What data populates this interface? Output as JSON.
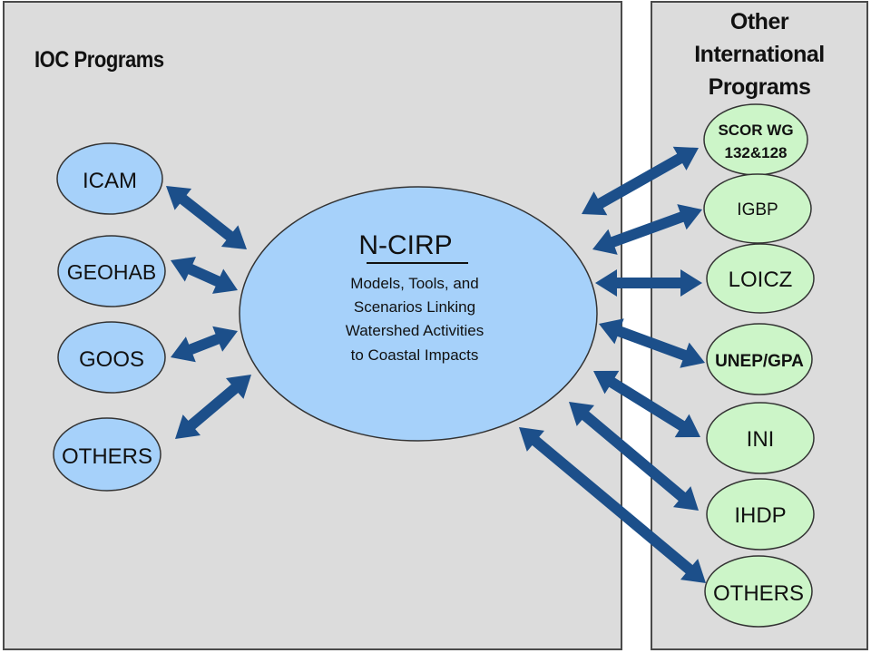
{
  "left_panel": {
    "title": "IOC Programs",
    "nodes": [
      {
        "label": "ICAM"
      },
      {
        "label": "GEOHAB"
      },
      {
        "label": "GOOS"
      },
      {
        "label": "OTHERS"
      }
    ]
  },
  "center": {
    "title": "N-CIRP",
    "description_lines": [
      "Models, Tools, and",
      "Scenarios Linking",
      "Watershed Activities",
      "to Coastal Impacts"
    ]
  },
  "right_panel": {
    "title_lines": [
      "Other",
      "International",
      "Programs"
    ],
    "nodes": [
      {
        "label_lines": [
          "SCOR WG",
          "132&128"
        ]
      },
      {
        "label_lines": [
          "IGBP"
        ]
      },
      {
        "label_lines": [
          "LOICZ"
        ]
      },
      {
        "label_lines": [
          "UNEP/GPA"
        ]
      },
      {
        "label_lines": [
          "INI"
        ]
      },
      {
        "label_lines": [
          "IHDP"
        ]
      },
      {
        "label_lines": [
          "OTHERS"
        ]
      }
    ]
  },
  "colors": {
    "panel_bg": "#dcdcdc",
    "ioc_node_fill": "#a6d1fa",
    "center_fill": "#a6d1fa",
    "other_node_fill": "#ccf5c8",
    "arrow": "#1c4f8a",
    "outline": "#333333"
  },
  "connections": [
    {
      "from": "ICAM",
      "to": "N-CIRP",
      "bidirectional": true
    },
    {
      "from": "GEOHAB",
      "to": "N-CIRP",
      "bidirectional": true
    },
    {
      "from": "GOOS",
      "to": "N-CIRP",
      "bidirectional": true
    },
    {
      "from": "OTHERS (IOC)",
      "to": "N-CIRP",
      "bidirectional": true
    },
    {
      "from": "N-CIRP",
      "to": "SCOR WG 132&128",
      "bidirectional": true
    },
    {
      "from": "N-CIRP",
      "to": "IGBP",
      "bidirectional": true
    },
    {
      "from": "N-CIRP",
      "to": "LOICZ",
      "bidirectional": true
    },
    {
      "from": "N-CIRP",
      "to": "UNEP/GPA",
      "bidirectional": true
    },
    {
      "from": "N-CIRP",
      "to": "INI",
      "bidirectional": true
    },
    {
      "from": "N-CIRP",
      "to": "IHDP",
      "bidirectional": true
    },
    {
      "from": "N-CIRP",
      "to": "OTHERS (International)",
      "bidirectional": true
    }
  ]
}
